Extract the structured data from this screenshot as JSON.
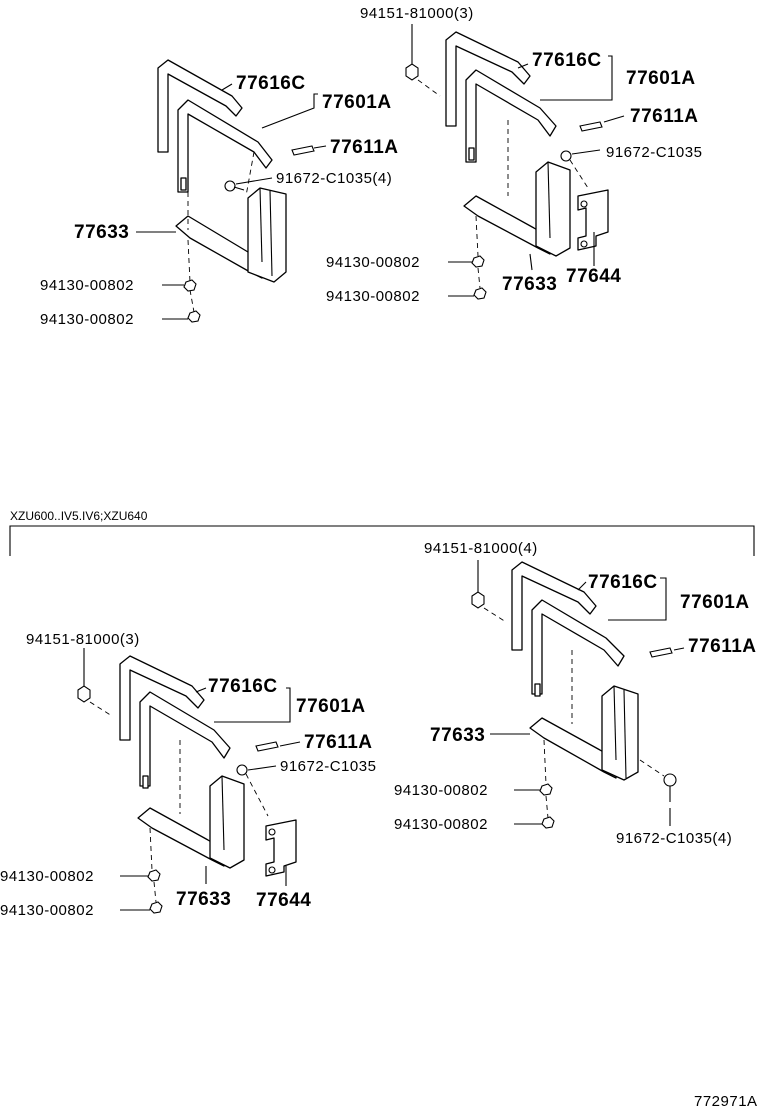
{
  "diagram_ref": "772971A",
  "group_note": "XZU600..IV5.IV6;XZU640",
  "views": [
    {
      "parts": {
        "pad": "77616C",
        "bracket_set": "77601A",
        "bolt": "77611A",
        "mount_bolt": "91672-C1035(4)",
        "support": "77633",
        "nut_1": "94130-00802",
        "nut_2": "94130-00802"
      }
    },
    {
      "parts": {
        "cap_nut": "94151-81000(3)",
        "pad": "77616C",
        "bracket_set": "77601A",
        "bolt": "77611A",
        "mount_bolt": "91672-C1035",
        "nut_1": "94130-00802",
        "nut_2": "94130-00802",
        "support": "77633",
        "plate": "77644"
      }
    },
    {
      "parts": {
        "cap_nut": "94151-81000(3)",
        "pad": "77616C",
        "bracket_set": "77601A",
        "bolt": "77611A",
        "mount_bolt": "91672-C1035",
        "nut_1": "94130-00802",
        "nut_2": "94130-00802",
        "support": "77633",
        "plate": "77644"
      }
    },
    {
      "parts": {
        "cap_nut": "94151-81000(4)",
        "pad": "77616C",
        "bracket_set": "77601A",
        "bolt": "77611A",
        "support": "77633",
        "nut_1": "94130-00802",
        "nut_2": "94130-00802",
        "mount_bolt": "91672-C1035(4)"
      }
    }
  ]
}
